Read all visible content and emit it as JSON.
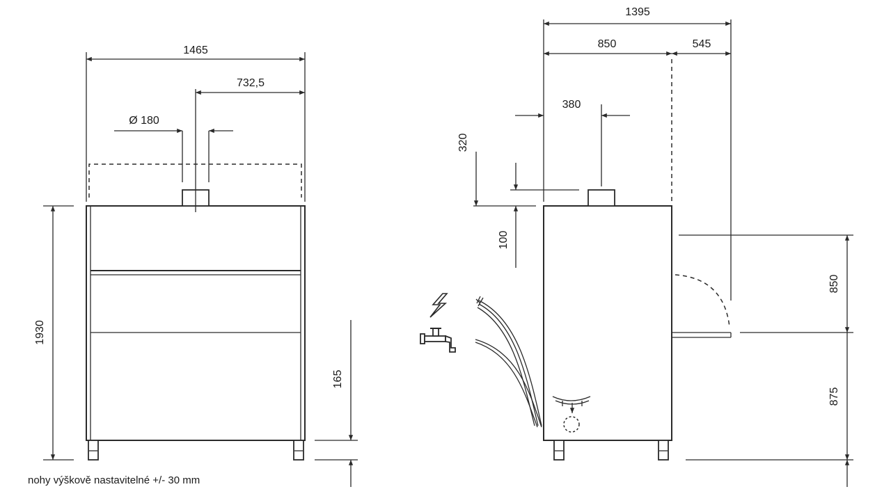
{
  "front_view": {
    "dim_width": "1465",
    "dim_half_width": "732,5",
    "dim_flue_diameter": "Ø 180",
    "dim_height": "1930",
    "dim_leg": "165"
  },
  "side_view": {
    "dim_total_depth": "1395",
    "dim_depth": "850",
    "dim_door": "545",
    "dim_flue_offset": "380",
    "dim_flue_clearance": "320",
    "dim_flue_height": "100",
    "dim_door_height": "850",
    "dim_working_height": "875"
  },
  "icons": [
    "electric-icon",
    "water-tap-icon",
    "drain-icon"
  ],
  "note": "nohy výškově nastavitelné +/- 30 mm"
}
